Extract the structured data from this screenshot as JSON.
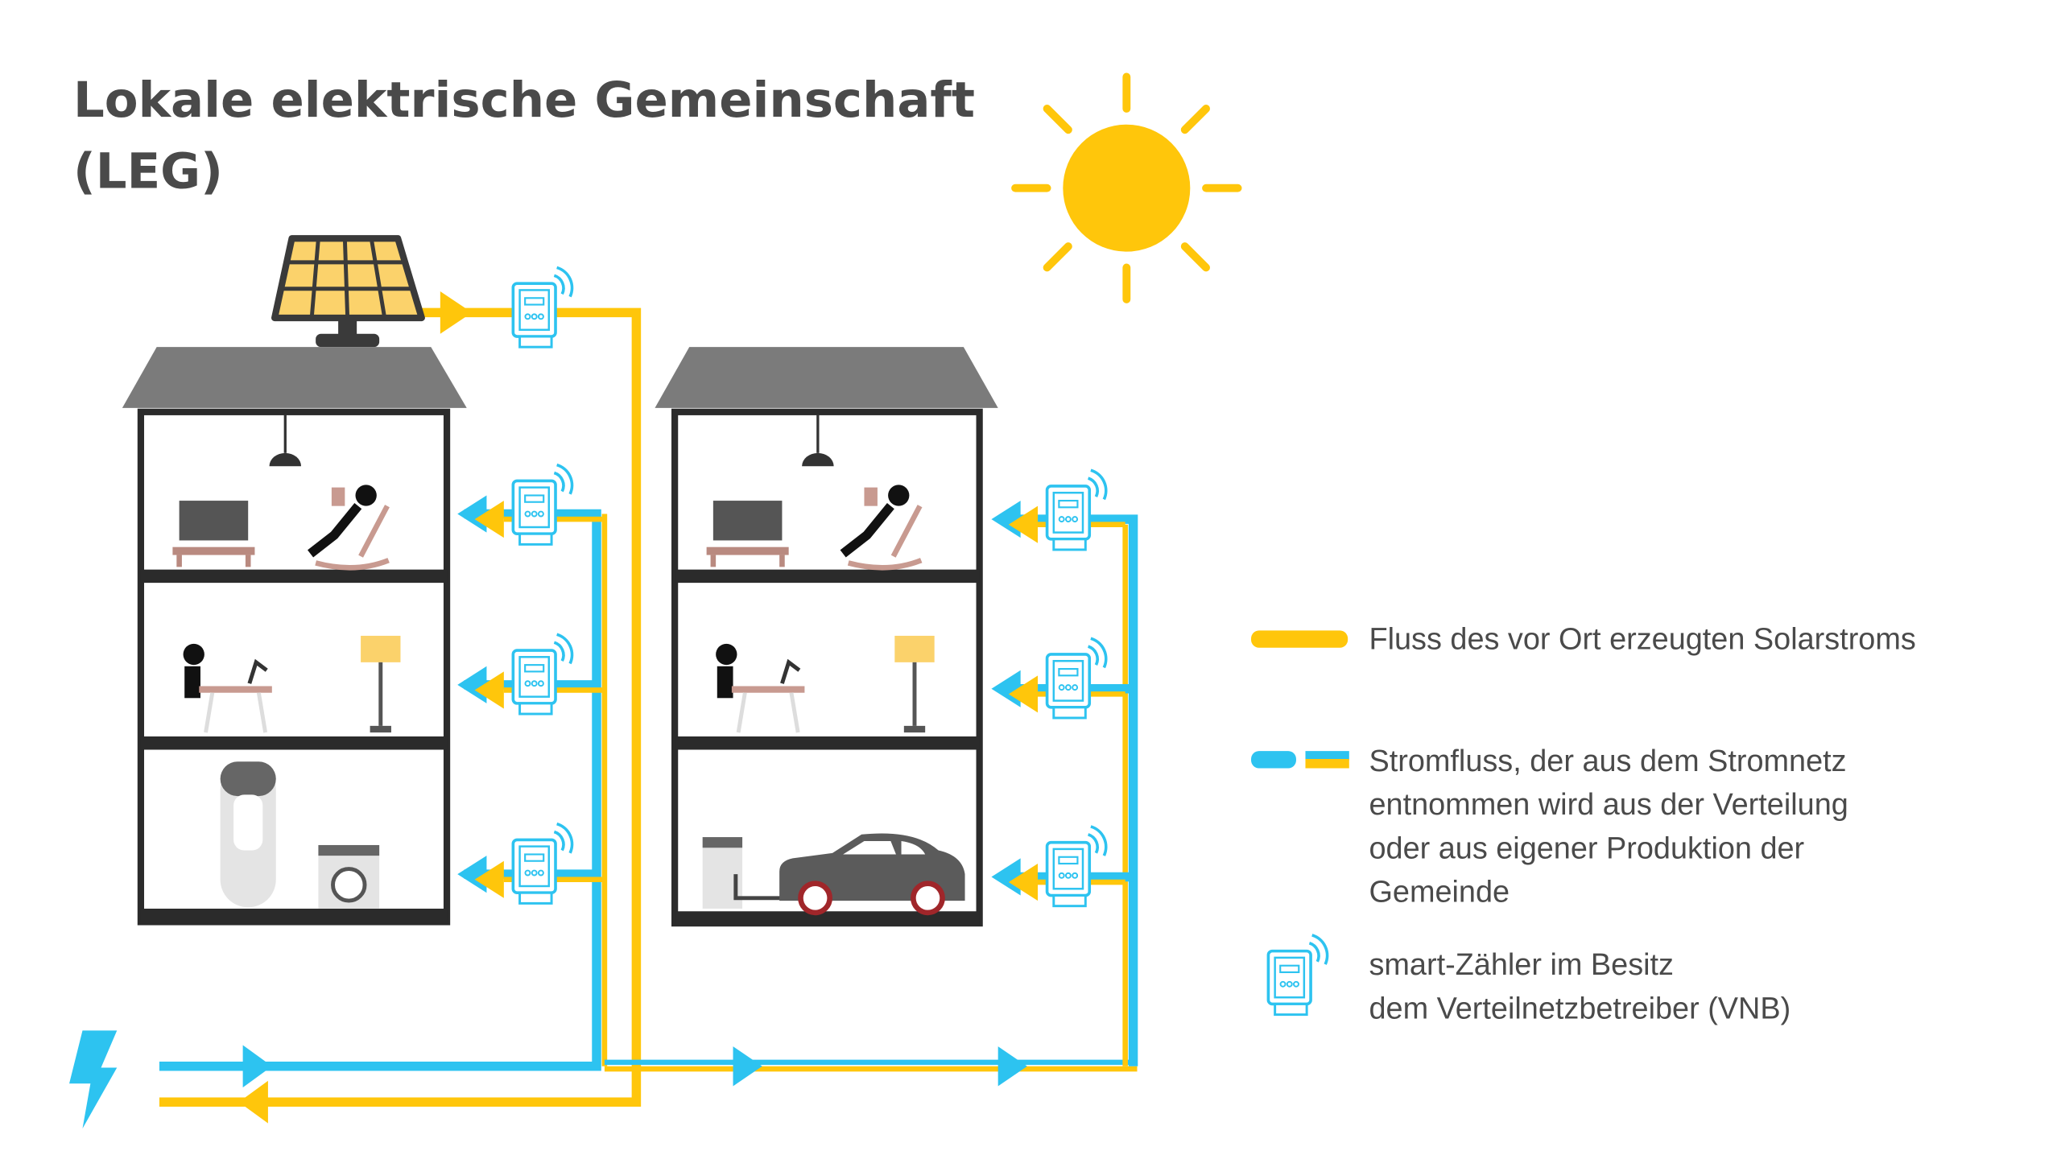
{
  "title": {
    "line1": "Lokale elektrische Gemeinschaft",
    "line2": "(LEG)"
  },
  "colors": {
    "solar": "#FFC60B",
    "grid": "#2DC3F0",
    "roof": "#7b7b7b",
    "frame": "#2b2b2b",
    "text": "#4a4a4a"
  },
  "legend": {
    "solar_flow": "Fluss des vor Ort erzeugten Solarstroms",
    "grid_flow": {
      "line1": "Stromfluss, der aus dem Stromnetz",
      "line2": "entnommen wird aus der Verteilung",
      "line3": "oder aus eigener Produktion der",
      "line4": "Gemeinde"
    },
    "smart_meter": {
      "line1": "smart-Zähler im Besitz",
      "line2": "dem Verteilnetzbetreiber (VNB)"
    }
  },
  "icons": [
    "sun-icon",
    "solar-panel-icon",
    "smart-meter-icon",
    "lightning-icon",
    "house-icon",
    "tv-icon",
    "rocking-chair-icon",
    "desk-lamp-icon",
    "floor-lamp-icon",
    "boiler-icon",
    "washing-machine-icon",
    "car-icon",
    "charging-station-icon"
  ]
}
